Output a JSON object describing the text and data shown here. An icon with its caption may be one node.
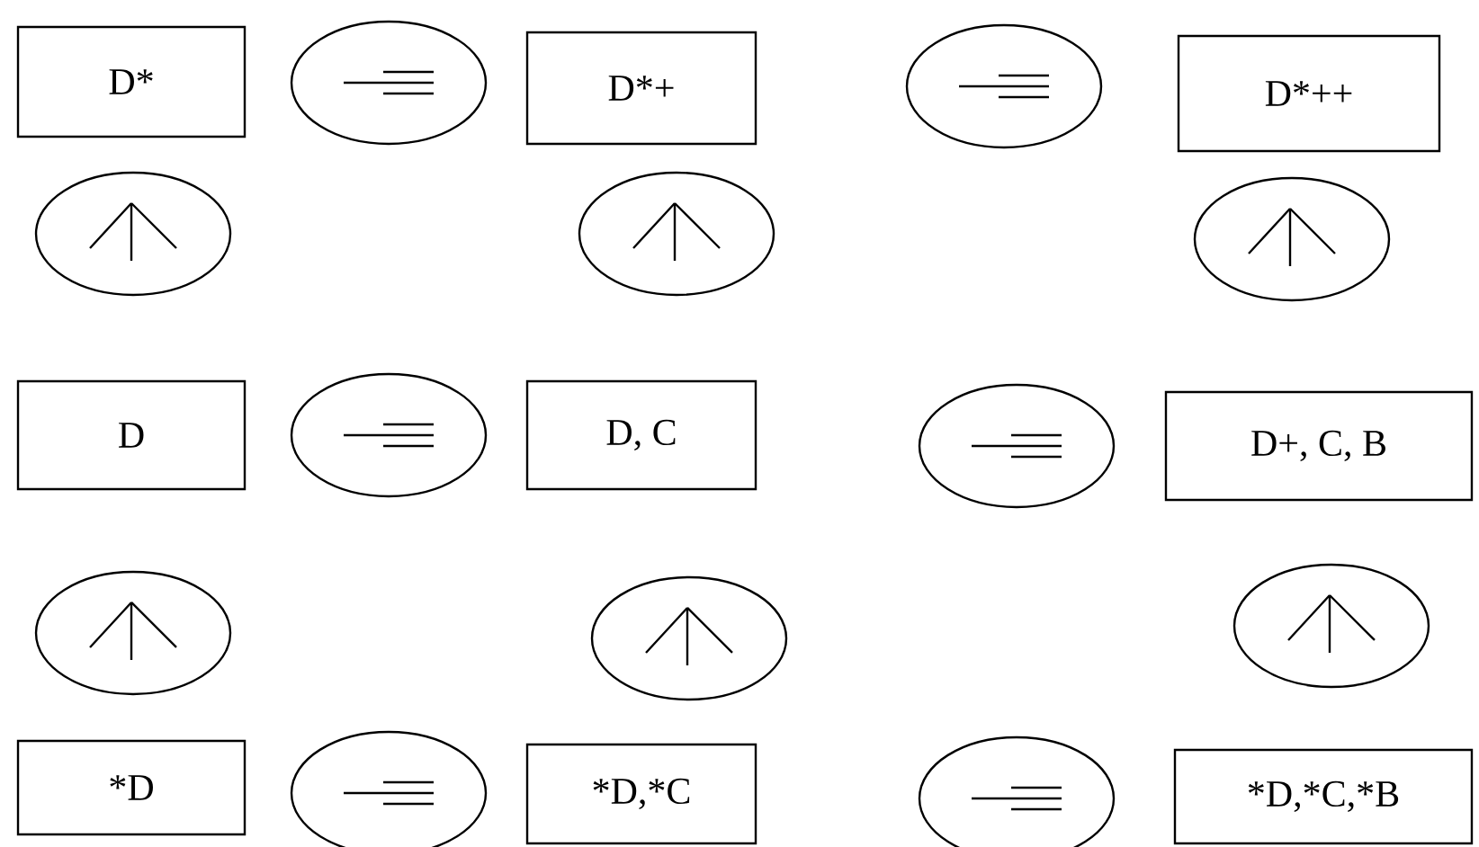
{
  "diagram": {
    "nodes": [
      {
        "text": [
          "D*"
        ]
      },
      {
        "text": [],
        "shape": "ellipse"
      },
      {
        "text": [
          "D*+"
        ]
      },
      {
        "text": [],
        "shape": "ellipse"
      },
      {
        "text": [
          "D*++"
        ]
      },
      {
        "text": [],
        "shape": "ellipse"
      },
      {
        "text": [],
        "shape": "ellipse"
      },
      {
        "text": [],
        "shape": "ellipse"
      },
      {
        "text": [
          "D"
        ]
      },
      {
        "text": [],
        "shape": "ellipse"
      },
      {
        "text": [
          "D, C"
        ]
      },
      {
        "text": [],
        "shape": "ellipse"
      },
      {
        "text": [
          "D+, C, B"
        ]
      },
      {
        "text": [],
        "shape": "ellipse"
      },
      {
        "text": [],
        "shape": "ellipse"
      },
      {
        "text": [],
        "shape": "ellipse"
      },
      {
        "text": [
          "*D"
        ]
      },
      {
        "text": [],
        "shape": "ellipse"
      },
      {
        "text": [
          "*D,*C"
        ]
      },
      {
        "text": [],
        "shape": "ellipse"
      },
      {
        "text": [
          "*D,*C,*B"
        ]
      }
    ]
  }
}
